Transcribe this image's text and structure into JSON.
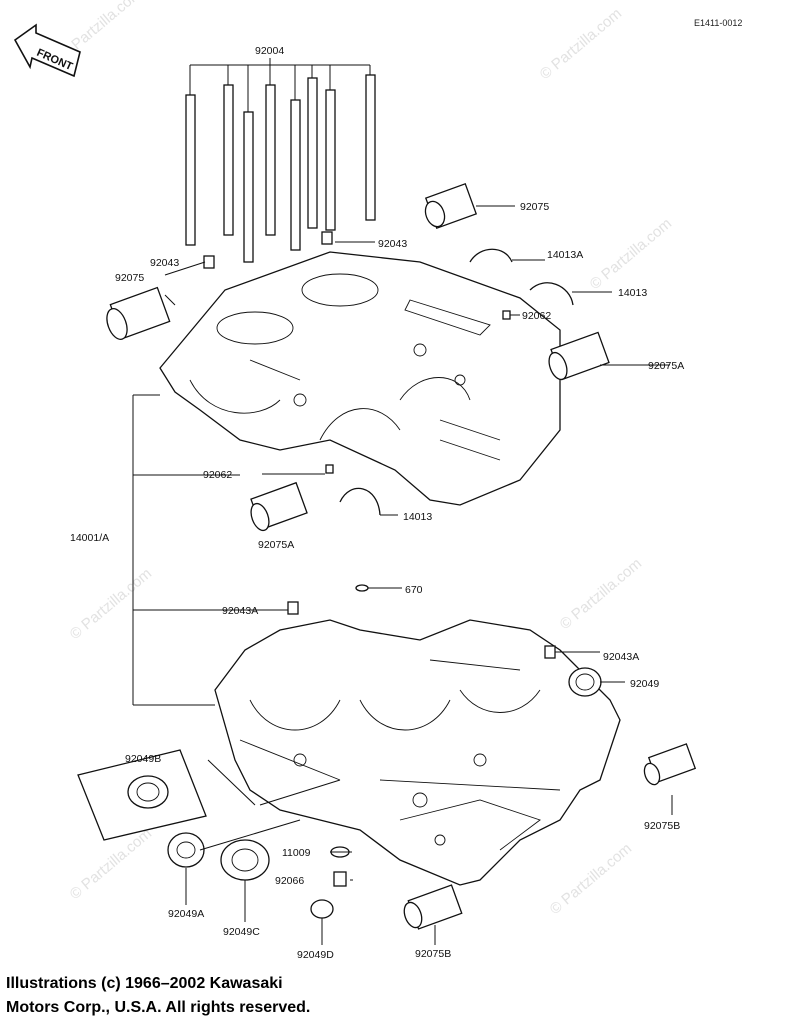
{
  "diagram_code": "E1411-0012",
  "front_arrow_label": "FRONT",
  "watermark": "© Partzilla.com",
  "copyright_lines": [
    "Illustrations (c) 1966–2002 Kawasaki",
    "Motors Corp., U.S.A.  All rights reserved."
  ],
  "labels": {
    "stud_bolts": "92004",
    "dowel_top_right": "92043",
    "dowel_top_left": "92043",
    "bearing_top_right": "92075",
    "bearing_top_left": "92075",
    "half_ring_14013a": "14013A",
    "half_ring_14013_right": "14013",
    "plug_right": "92062",
    "bearing_92075a_right": "92075A",
    "plug_left": "92062",
    "half_ring_14013_lower": "14013",
    "bearing_92075a_left": "92075A",
    "crankcase_set": "14001/A",
    "plug_670": "670",
    "dowel_92043a_left": "92043A",
    "dowel_92043a_right": "92043A",
    "seal_92049": "92049",
    "seal_92049b": "92049B",
    "bearing_92075b_right": "92075B",
    "plug_11009": "11009",
    "seal_92049a": "92049A",
    "plug_92066": "92066",
    "seal_92049c": "92049C",
    "seal_92049d": "92049D",
    "bearing_92075b_bottom": "92075B"
  }
}
